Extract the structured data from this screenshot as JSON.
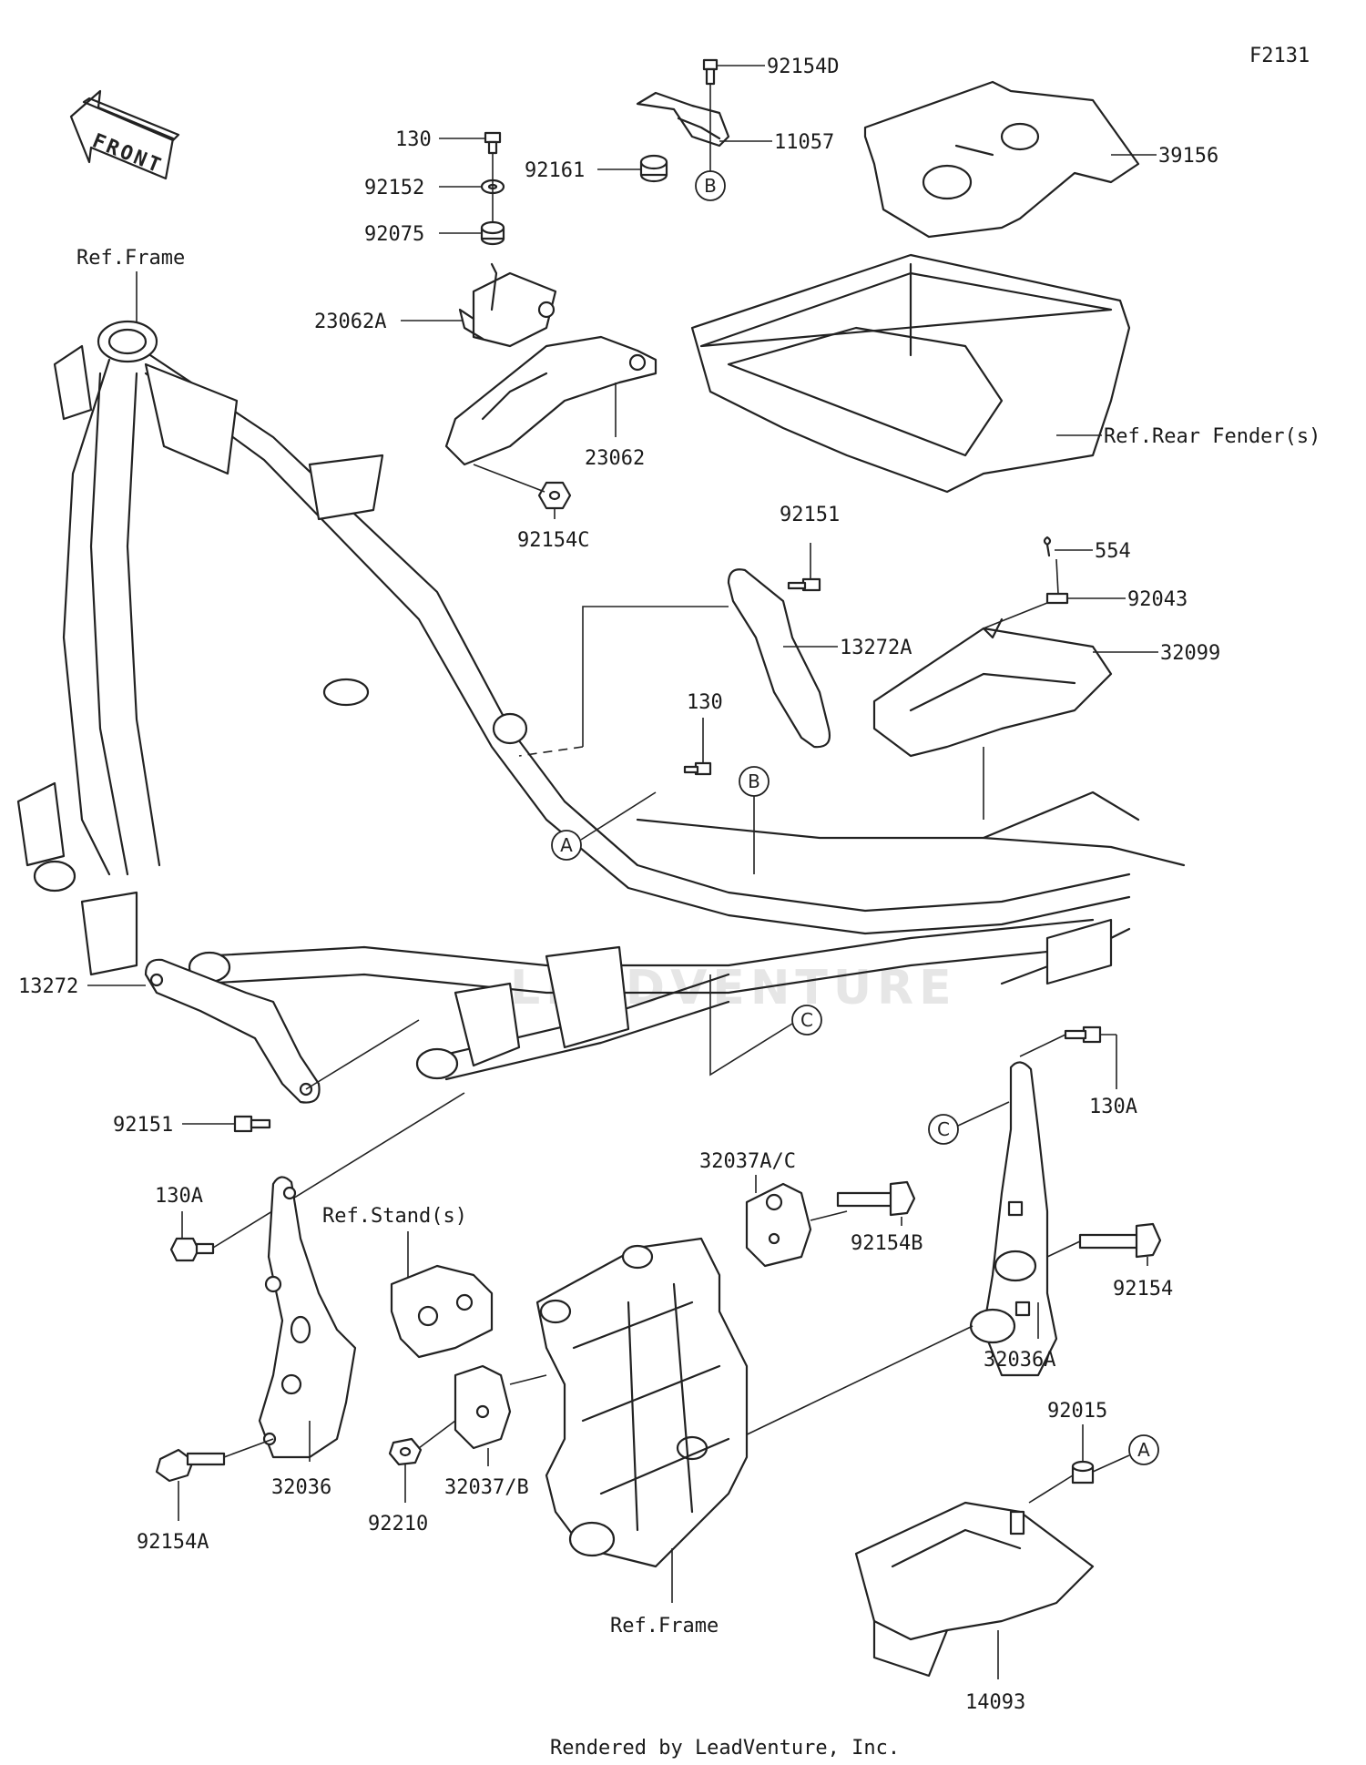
{
  "figure_code": "F2131",
  "front_badge": "FRONT",
  "watermark": "LEADVENTURE",
  "footer": "Rendered by LeadVenture, Inc.",
  "labels": {
    "p92154D": "92154D",
    "p11057": "11057",
    "p92161": "92161",
    "p39156": "39156",
    "p130_top": "130",
    "p92152": "92152",
    "p92075": "92075",
    "ref_frame_top": "Ref.Frame",
    "p23062A": "23062A",
    "p23062": "23062",
    "ref_rear_fender": "Ref.Rear Fender(s)",
    "p92154C": "92154C",
    "p92151_top": "92151",
    "p554": "554",
    "p92043": "92043",
    "p13272A": "13272A",
    "p32099": "32099",
    "p130_mid": "130",
    "p13272": "13272",
    "p92151_bot": "92151",
    "p130A_right": "130A",
    "p130A_left": "130A",
    "ref_stand": "Ref.Stand(s)",
    "p32037AC": "32037A/C",
    "p92154B": "92154B",
    "p92154": "92154",
    "p32036A": "32036A",
    "p92015": "92015",
    "p32036": "32036",
    "p92154A": "92154A",
    "p92210": "92210",
    "p32037B": "32037/B",
    "ref_frame_bot": "Ref.Frame",
    "p14093": "14093"
  },
  "callouts": {
    "b_top": "B",
    "a_mid": "A",
    "b_mid": "B",
    "c_mid": "C",
    "c_right": "C",
    "a_bot": "A"
  }
}
